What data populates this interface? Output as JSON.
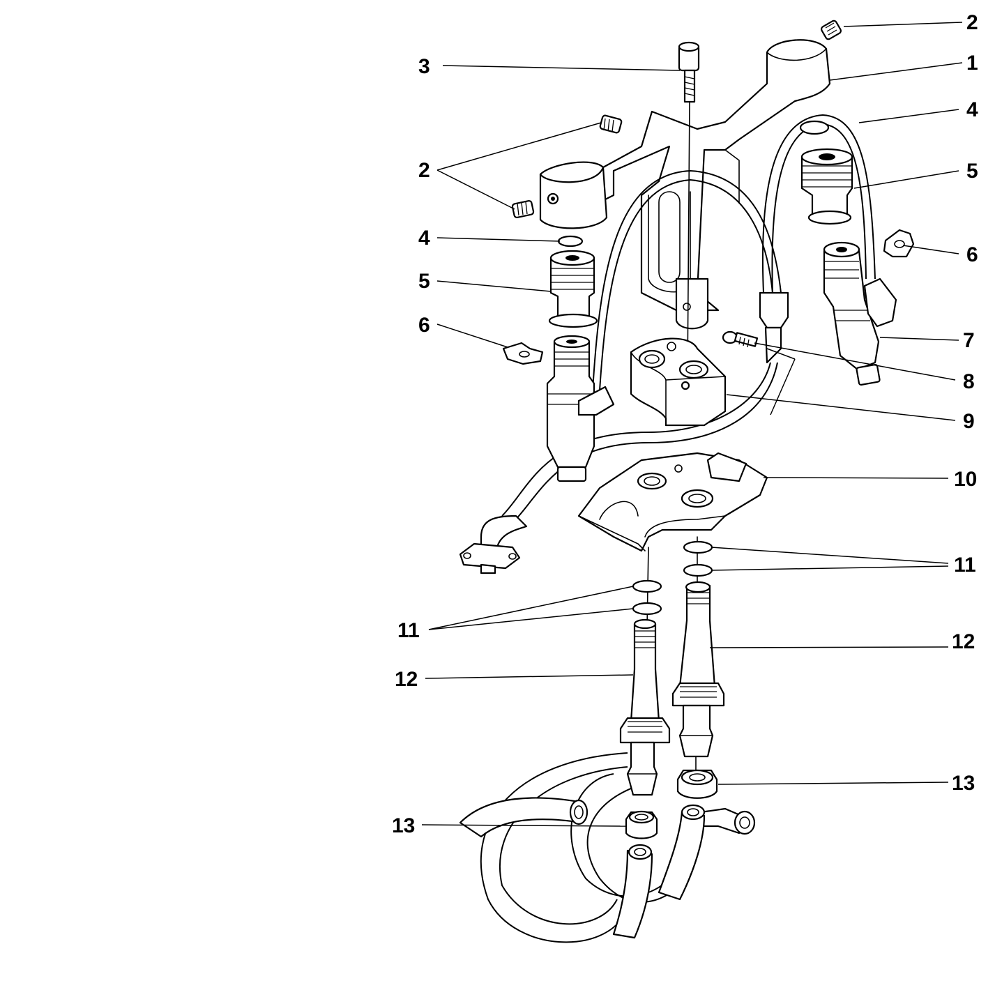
{
  "callouts": {
    "c1": "1",
    "c2_top": "2",
    "c2_left": "2",
    "c3": "3",
    "c4_left": "4",
    "c4_right": "4",
    "c5_left": "5",
    "c5_right": "5",
    "c6_left": "6",
    "c6_right": "6",
    "c7": "7",
    "c8": "8",
    "c9": "9",
    "c10": "10",
    "c11_left": "11",
    "c11_right": "11",
    "c12_left": "12",
    "c12_right": "12",
    "c13_left": "13",
    "c13_right": "13"
  },
  "colors": {
    "line": "#000000",
    "background": "#ffffff"
  }
}
